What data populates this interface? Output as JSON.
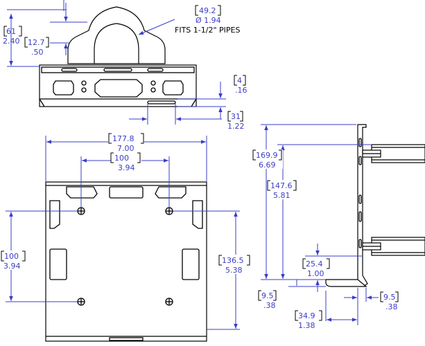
{
  "top_view": {
    "pipe_note": {
      "bracket": "49.2",
      "value": "Ø 1.94",
      "note": "FITS 1-1/2\" PIPES"
    },
    "height": {
      "mm": "61",
      "in": "2.40"
    },
    "arch": {
      "mm": "12.7",
      "in": ".50"
    },
    "flange_offset": {
      "mm": "4",
      "in": ".16"
    },
    "slot_width": {
      "mm": "31",
      "in": "1.22"
    }
  },
  "front_view": {
    "width": {
      "mm": "177.8",
      "in": "7.00"
    },
    "hole_spacing_h": {
      "mm": "100",
      "in": "3.94"
    },
    "hole_spacing_v": {
      "mm": "100",
      "in": "3.94"
    },
    "height": {
      "mm": "136.5",
      "in": "5.38"
    }
  },
  "side_view": {
    "overall": {
      "mm": "169.9",
      "in": "6.69"
    },
    "clamp_span": {
      "mm": "147.6",
      "in": "5.81"
    },
    "lip": {
      "mm": "25.4",
      "in": "1.00"
    },
    "gap_left": {
      "mm": "9.5",
      "in": ".38"
    },
    "gap_right": {
      "mm": "9.5",
      "in": ".38"
    },
    "depth": {
      "mm": "34.9",
      "in": "1.38"
    }
  }
}
